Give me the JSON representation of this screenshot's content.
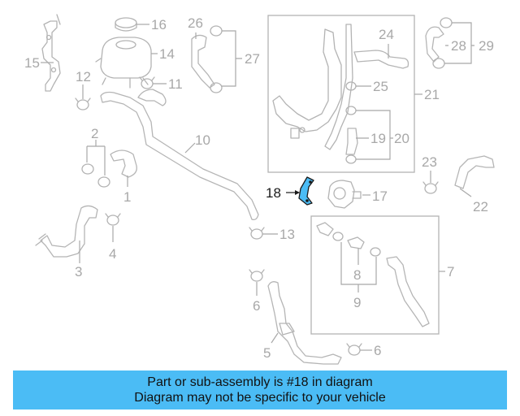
{
  "callouts": {
    "c1": "1",
    "c2": "2",
    "c3": "3",
    "c4": "4",
    "c5": "5",
    "c6a": "6",
    "c6b": "6",
    "c7": "7",
    "c8": "8",
    "c9": "9",
    "c10": "10",
    "c11": "11",
    "c12": "12",
    "c13": "13",
    "c14": "14",
    "c15": "15",
    "c16": "16",
    "c17": "17",
    "c18": "18",
    "c19": "19",
    "c20": "20",
    "c21": "21",
    "c22": "22",
    "c23": "23",
    "c24": "24",
    "c25": "25",
    "c26": "26",
    "c27": "27",
    "c28": "28",
    "c29": "29"
  },
  "highlight": {
    "part": "18",
    "color": "#4bbcf5"
  },
  "banner": {
    "line1": "Part or sub-assembly is #18 in diagram",
    "line2": "Diagram may not be specific to your vehicle",
    "background": "#4bbcf5"
  }
}
